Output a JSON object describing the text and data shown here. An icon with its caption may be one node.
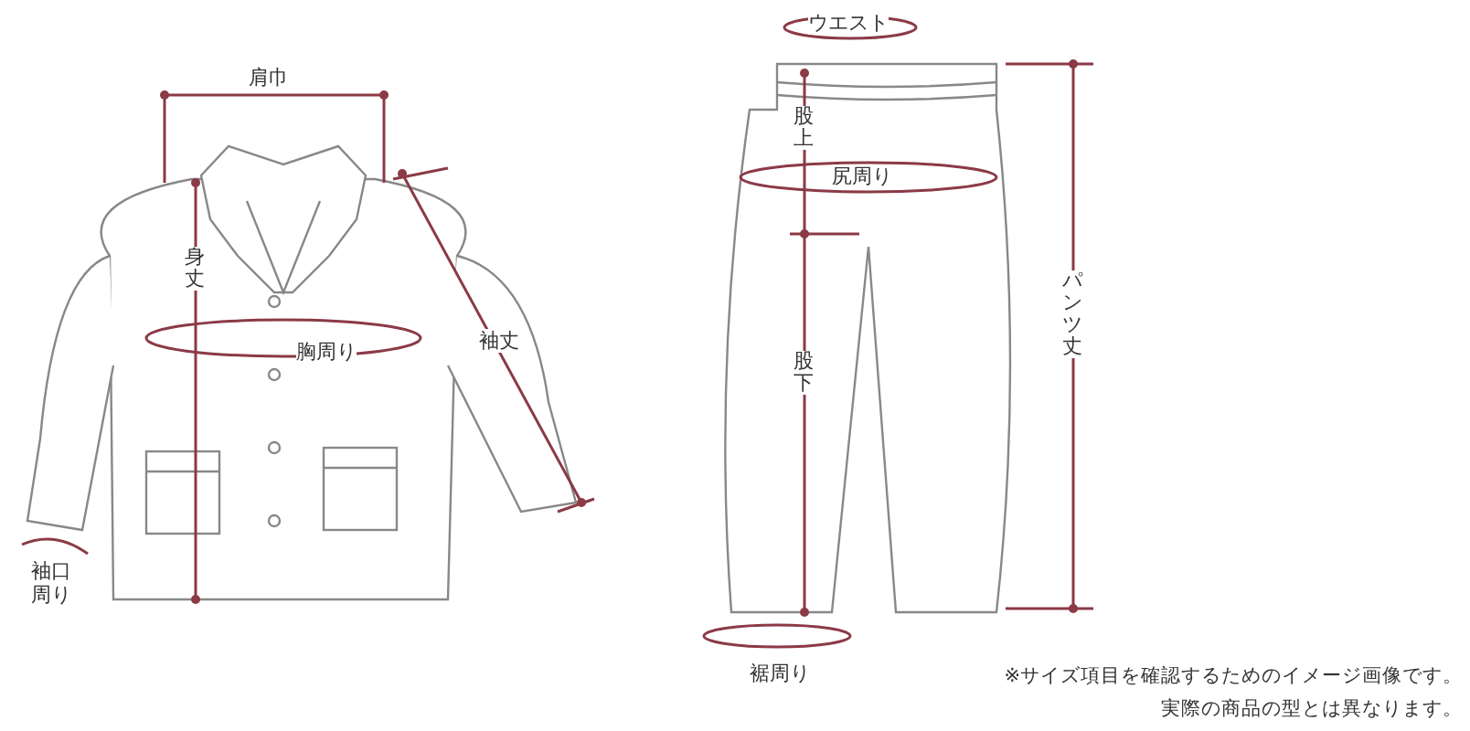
{
  "diagram": {
    "labels": [
      "肩巾",
      "身丈",
      "胸周り",
      "袖丈",
      "袖口周り",
      "ウエスト",
      "股上",
      "尻周り",
      "股下",
      "パンツ丈",
      "裾周り",
      "※サイズ項目を確認するためのイメージ画像です。",
      "実際の商品の型とは異なります。"
    ]
  }
}
